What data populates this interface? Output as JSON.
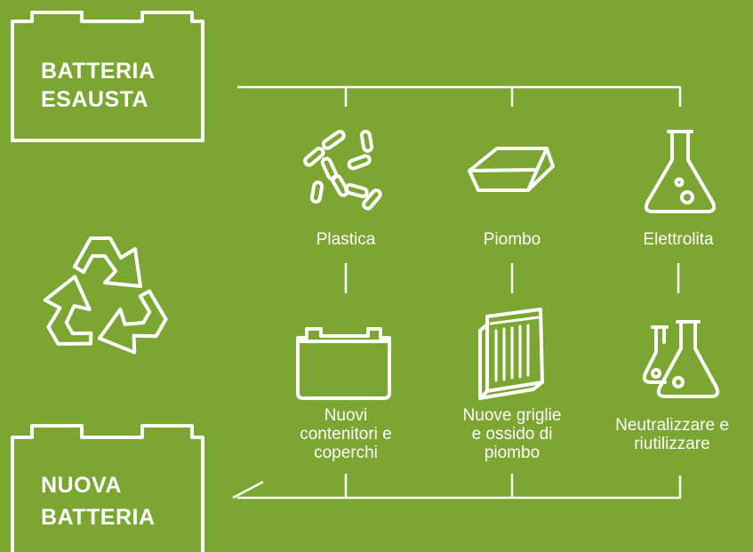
{
  "diagram": {
    "colors": {
      "background": "#7aa631",
      "stroke": "#ffffff"
    },
    "batteries": {
      "exhausted": {
        "line1": "BATTERIA",
        "line2": "ESAUSTA"
      },
      "new": {
        "line1": "NUOVA",
        "line2": "BATTERIA"
      }
    },
    "materials": [
      {
        "label": "Plastica",
        "icon": "plastic-pellets-icon"
      },
      {
        "label": "Piombo",
        "icon": "lead-ingot-icon"
      },
      {
        "label": "Elettrolita",
        "icon": "flask-icon"
      }
    ],
    "products": [
      {
        "line1": "Nuovi",
        "line2": "contenitori e",
        "line3": "coperchi",
        "icon": "battery-case-icon"
      },
      {
        "line1": "Nuove griglie",
        "line2": "e ossido di",
        "line3": "piombo",
        "icon": "lead-grid-icon"
      },
      {
        "line1": "Neutralizzare e",
        "line2": "riutilizzare",
        "icon": "lab-glassware-icon"
      }
    ],
    "recycle_icon": "recycle-icon"
  }
}
